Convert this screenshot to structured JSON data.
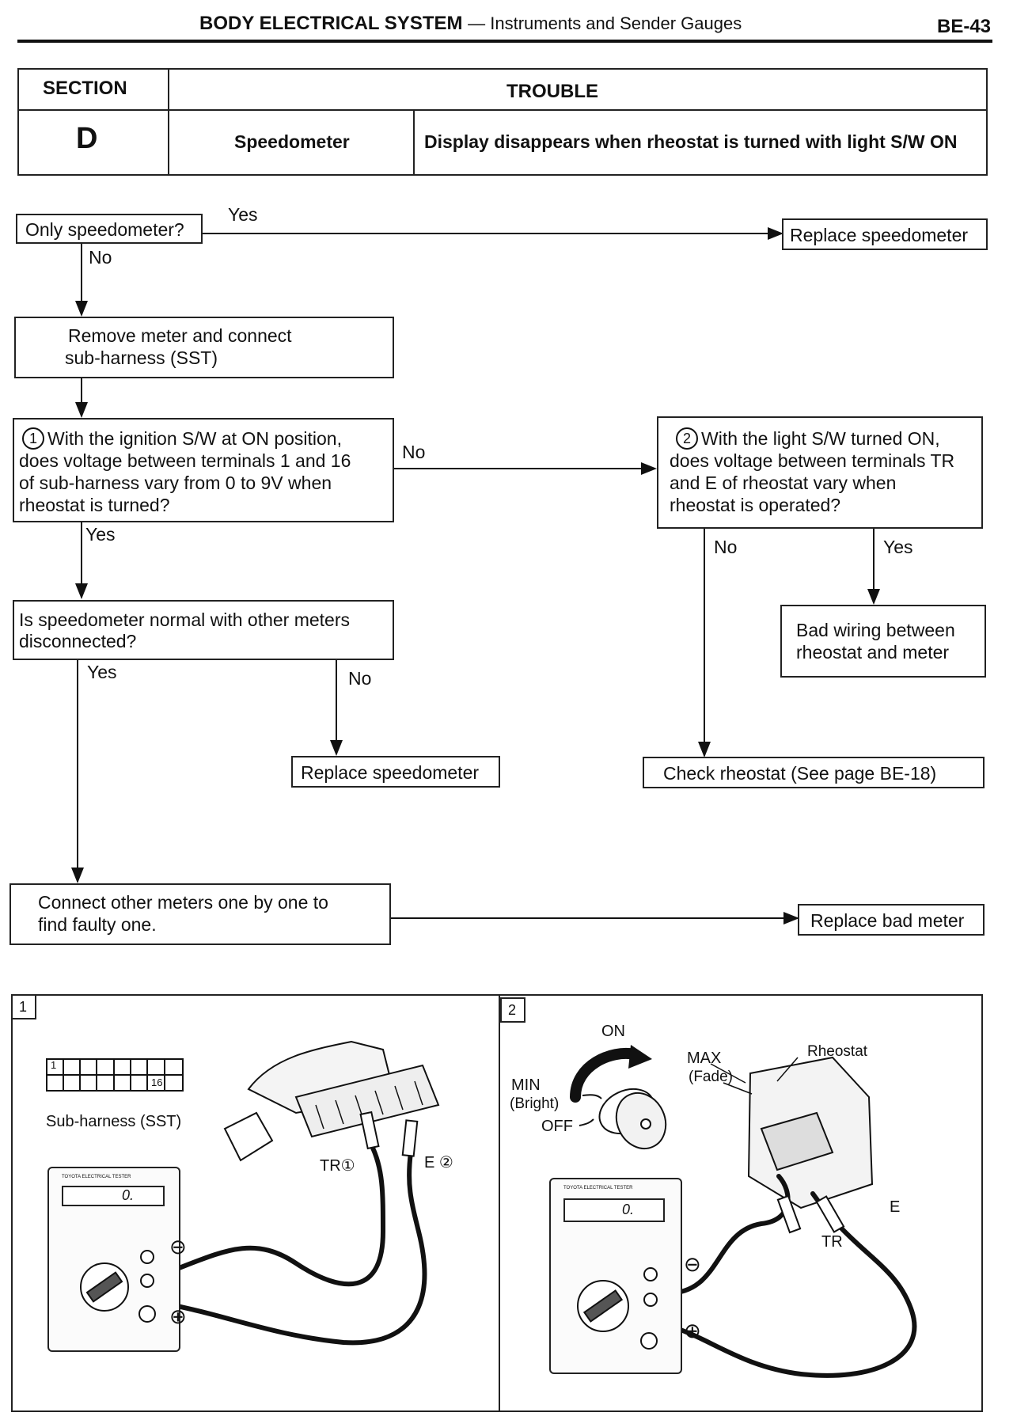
{
  "header": {
    "title": "BODY ELECTRICAL SYSTEM",
    "subtitle": "— Instruments and Sender Gauges",
    "page": "BE-43"
  },
  "trouble_table": {
    "section_label": "SECTION",
    "trouble_label": "TROUBLE",
    "section_value": "D",
    "component": "Speedometer",
    "problem": "Display disappears when rheostat is turned with light S/W ON"
  },
  "flow": {
    "q_only_speedometer": "Only speedometer?",
    "yes1": "Yes",
    "no1": "No",
    "replace_speedometer_1": "Replace speedometer",
    "remove_meter": [
      "Remove meter and connect",
      "sub-harness (SST)"
    ],
    "q1_num": "1",
    "q1": [
      "With the ignition S/W at ON position,",
      "does voltage between terminals 1 and 16",
      "of sub-harness vary from 0 to 9V when",
      "rheostat is turned?"
    ],
    "no_q1": "No",
    "yes_q1": "Yes",
    "q2_num": "2",
    "q2": [
      "With the light S/W turned ON,",
      "does voltage between terminals TR",
      "and E of rheostat vary when",
      "rheostat is operated?"
    ],
    "no_q2": "No",
    "yes_q2": "Yes",
    "bad_wiring": [
      "Bad wiring between",
      "rheostat and meter"
    ],
    "q_other_meters": [
      "Is speedometer normal with other meters",
      "disconnected?"
    ],
    "yes_q3": "Yes",
    "no_q3": "No",
    "replace_speedometer_2": "Replace speedometer",
    "check_rheostat": "Check rheostat (See page BE-18)",
    "connect_meters": [
      "Connect other meters one by one to",
      "find faulty one."
    ],
    "replace_bad_meter": "Replace bad meter"
  },
  "illustrations": {
    "panel1": {
      "number": "1",
      "connector_pin_1": "1",
      "connector_pin_16": "16",
      "sub_harness": "Sub-harness (SST)",
      "tr_label": "TR①",
      "e_label": "E ②",
      "minus": "⊖",
      "plus": "⊕",
      "meter_display": "0.",
      "meter_brand": "TOYOTA ELECTRICAL TESTER"
    },
    "panel2": {
      "number": "2",
      "on": "ON",
      "max": "MAX",
      "fade": "(Fade)",
      "min": "MIN",
      "bright": "(Bright)",
      "off": "OFF",
      "rheostat": "Rheostat",
      "e": "E",
      "tr": "TR",
      "minus": "⊖",
      "plus": "⊕",
      "meter_display": "0.",
      "meter_brand": "TOYOTA ELECTRICAL TESTER"
    }
  }
}
